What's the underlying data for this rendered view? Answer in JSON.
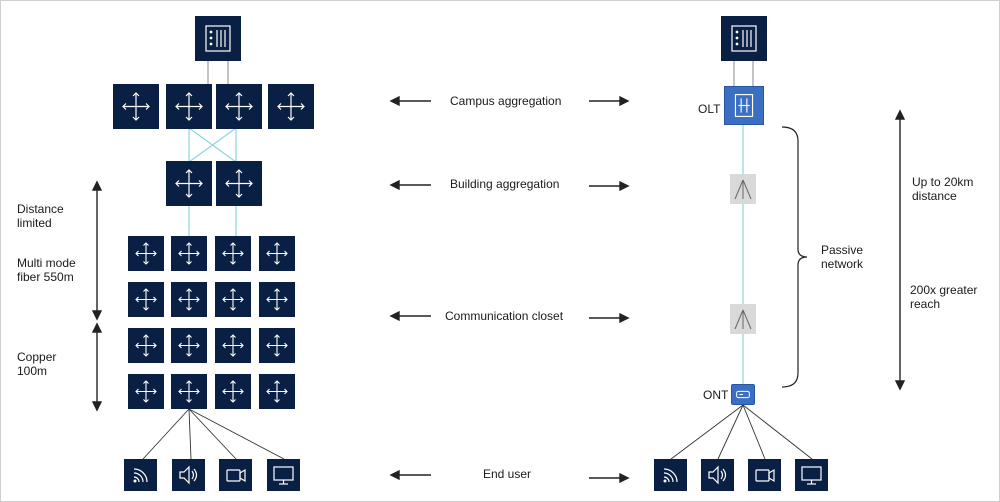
{
  "labels": {
    "campus_aggregation": "Campus aggregation",
    "building_aggregation": "Building aggregation",
    "communication_closet": "Communication closet",
    "end_user": "End user",
    "olt": "OLT",
    "ont": "ONT",
    "distance_limited": "Distance limited",
    "multi_mode_fiber": "Multi mode fiber 550m",
    "copper": "Copper 100m",
    "passive_network": "Passive network",
    "up_to_20km": "Up to 20km distance",
    "greater_reach": "200x greater reach"
  },
  "icons": {
    "server": "server-rack-icon",
    "switch": "four-way-arrows-icon",
    "wifi": "wifi-icon",
    "speaker": "speaker-icon",
    "camera": "video-camera-icon",
    "monitor": "monitor-icon",
    "splitter": "splitter-icon"
  },
  "colors": {
    "node_dark": "#0a1f44",
    "olt_blue": "#3b6fc4",
    "fiber_cyan": "#8fd3e0",
    "line_gray": "#555555",
    "splitter_gray": "#d9d9d9"
  }
}
